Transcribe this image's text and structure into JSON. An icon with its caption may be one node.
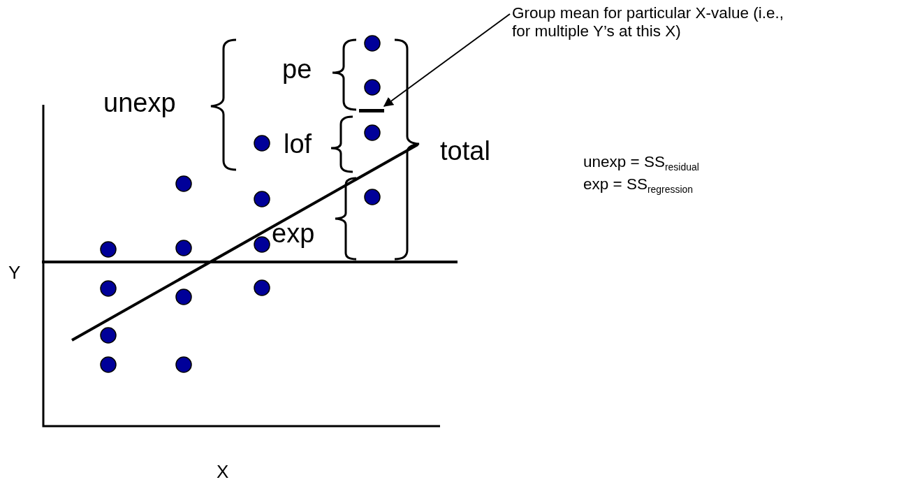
{
  "diagram": {
    "nodes": [
      {
        "text": [
          "Group mean for particular X-value (i.e., for multiple Y’s at this X)"
        ]
      },
      {
        "text": [],
        "shape": "bar"
      }
    ],
    "edges": [
      {
        "from": 0,
        "to": 1,
        "arrow": "to"
      }
    ],
    "labels": [
      "unexp",
      "pe",
      "lof",
      "total",
      "exp",
      "unexp = SS$_{residual}$",
      "exp = SS$_{regression}$",
      "Y",
      "X"
    ]
  }
}
